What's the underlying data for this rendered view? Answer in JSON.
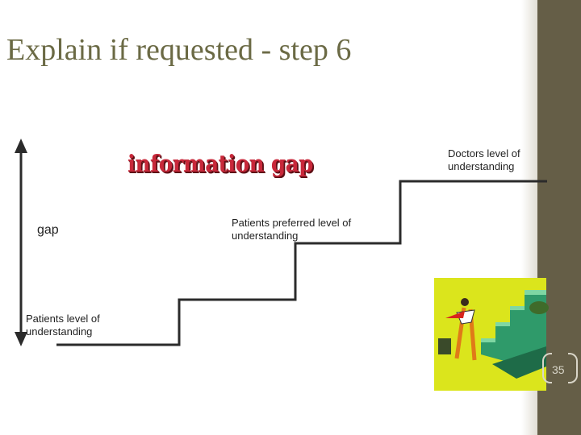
{
  "slide": {
    "title": "Explain if requested - step 6",
    "information_gap": "information gap",
    "gap_label": "gap",
    "patients_level": "Patients level of understanding",
    "patients_preferred": "Patients preferred level of understanding",
    "doctors_level": "Doctors level of understanding",
    "page_number": "35"
  },
  "icons": {
    "arrow": "double-headed-vertical-arrow",
    "clipart": "stairs-climber-clipart"
  },
  "colors": {
    "title": "#6b6a45",
    "band": "#655e47",
    "highlight": "#c8283a",
    "clipart_bg": "#dbe51c"
  }
}
